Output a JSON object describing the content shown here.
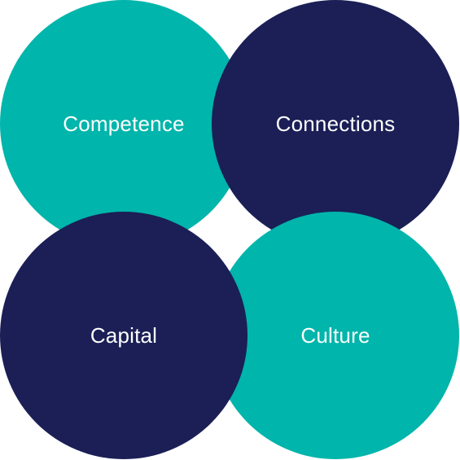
{
  "circles": [
    {
      "label": "Competence",
      "color": "#00b5ab"
    },
    {
      "label": "Connections",
      "color": "#1b1f56"
    },
    {
      "label": "Capital",
      "color": "#1b1f56"
    },
    {
      "label": "Culture",
      "color": "#00b5ab"
    }
  ]
}
